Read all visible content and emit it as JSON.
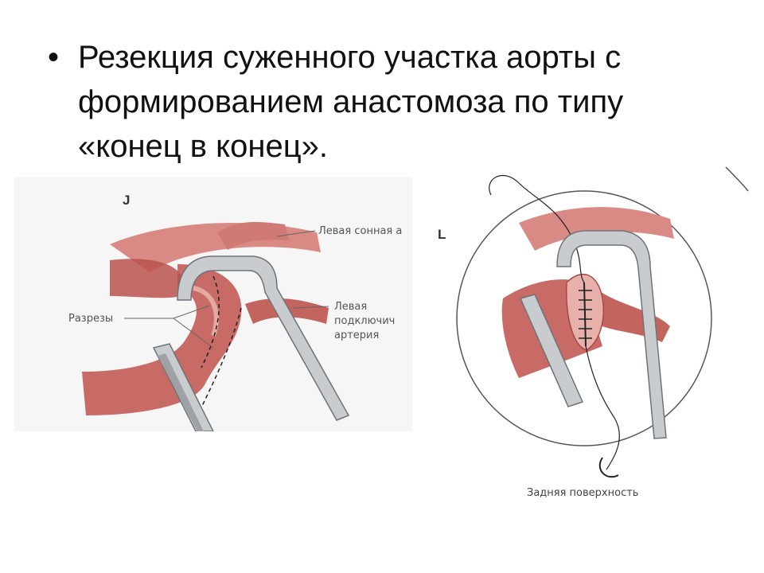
{
  "slide": {
    "bullet_char": "•",
    "text_lines": [
      "Резекция суженного участка аорты с",
      "формированием анастомоза по типу",
      "«конец в конец»."
    ]
  },
  "figure_left": {
    "letter": "J",
    "labels": {
      "carotid": "Левая сонная а",
      "cuts": "Разрезы",
      "subclavian_1": "Левая",
      "subclavian_2": "подключич",
      "subclavian_3": "артерия"
    }
  },
  "figure_right": {
    "letter": "L",
    "caption": "Задняя поверхность"
  },
  "colors": {
    "vessel": "#c86a66",
    "vessel_dark": "#a64a48",
    "vessel_light": "#e7b0aa",
    "clamp": "#b9bcbf",
    "clamp_dark": "#6f7377",
    "leader": "#666666"
  }
}
